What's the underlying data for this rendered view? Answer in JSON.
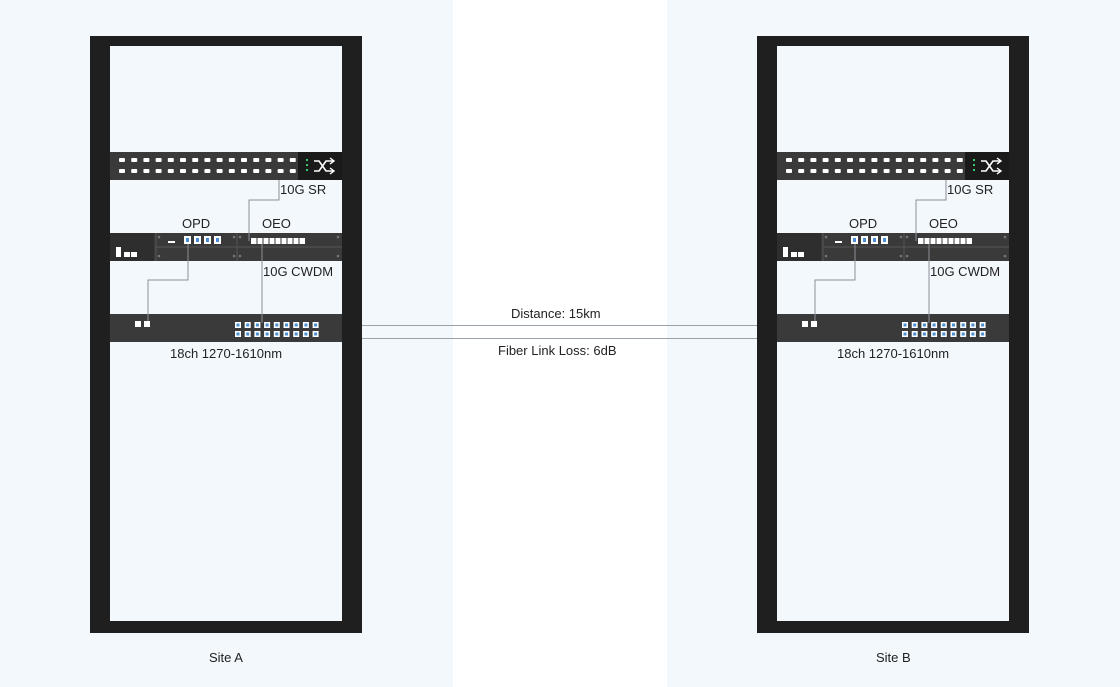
{
  "site_a": {
    "name": "Site A",
    "labels": {
      "opd": "OPD",
      "oeo": "OEO",
      "sr": "10G SR",
      "cwdm": "10G CWDM",
      "mux": "18ch 1270-1610nm"
    }
  },
  "site_b": {
    "name": "Site B",
    "labels": {
      "opd": "OPD",
      "oeo": "OEO",
      "sr": "10G SR",
      "cwdm": "10G CWDM",
      "mux": "18ch 1270-1610nm"
    }
  },
  "link": {
    "distance": "Distance: 15km",
    "loss": "Fiber Link Loss: 6dB"
  },
  "colors": {
    "rack": "#1f1f1f",
    "device": "#3a3a3a",
    "background": "#f3f8fd",
    "port_accent": "#4a8fd6",
    "status_green": "#37c871"
  },
  "icons": {
    "switch": "shuffle-icon"
  }
}
